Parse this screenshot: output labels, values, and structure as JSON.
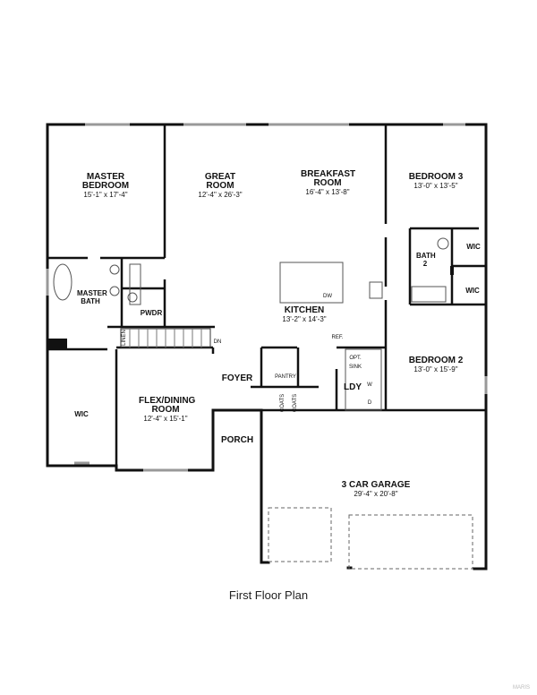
{
  "plan": {
    "caption": "First Floor Plan",
    "watermark": "MARIS",
    "rooms": {
      "master_bedroom": {
        "name": "MASTER BEDROOM",
        "size": "15'-1\" x 17'-4\""
      },
      "great_room": {
        "name": "GREAT ROOM",
        "size": "12'-4\" x 26'-3\""
      },
      "breakfast_room": {
        "name": "BREAKFAST ROOM",
        "size": "16'-4\" x 13'-8\""
      },
      "bedroom_3": {
        "name": "BEDROOM 3",
        "size": "13'-0\" x 13'-5\""
      },
      "bedroom_2": {
        "name": "BEDROOM 2",
        "size": "13'-0\" x 15'-9\""
      },
      "kitchen": {
        "name": "KITCHEN",
        "size": "13'-2\" x 14'-3\""
      },
      "flex_dining": {
        "name": "FLEX/DINING ROOM",
        "size": "12'-4\" x 15'-1\""
      },
      "garage": {
        "name": "3 CAR GARAGE",
        "size": "29'-4\" x 20'-8\""
      },
      "master_bath": {
        "name": "MASTER BATH"
      },
      "pwdr": {
        "name": "PWDR"
      },
      "bath_2": {
        "name": "BATH 2"
      },
      "wic_master": {
        "name": "WIC"
      },
      "wic_bed3": {
        "name": "WIC"
      },
      "wic_bed2": {
        "name": "WIC"
      },
      "foyer": {
        "name": "FOYER"
      },
      "porch": {
        "name": "PORCH"
      },
      "pantry": {
        "name": "PANTRY"
      },
      "laundry": {
        "name": "LDY"
      }
    },
    "fixtures": {
      "linen": "LINEN",
      "stairs_dn": "DN",
      "dw": "DW",
      "ref": "REF.",
      "opt_sink": "OPT. SINK",
      "washer": "W",
      "dryer": "D",
      "coats_1": "COATS",
      "coats_2": "COATS"
    }
  }
}
